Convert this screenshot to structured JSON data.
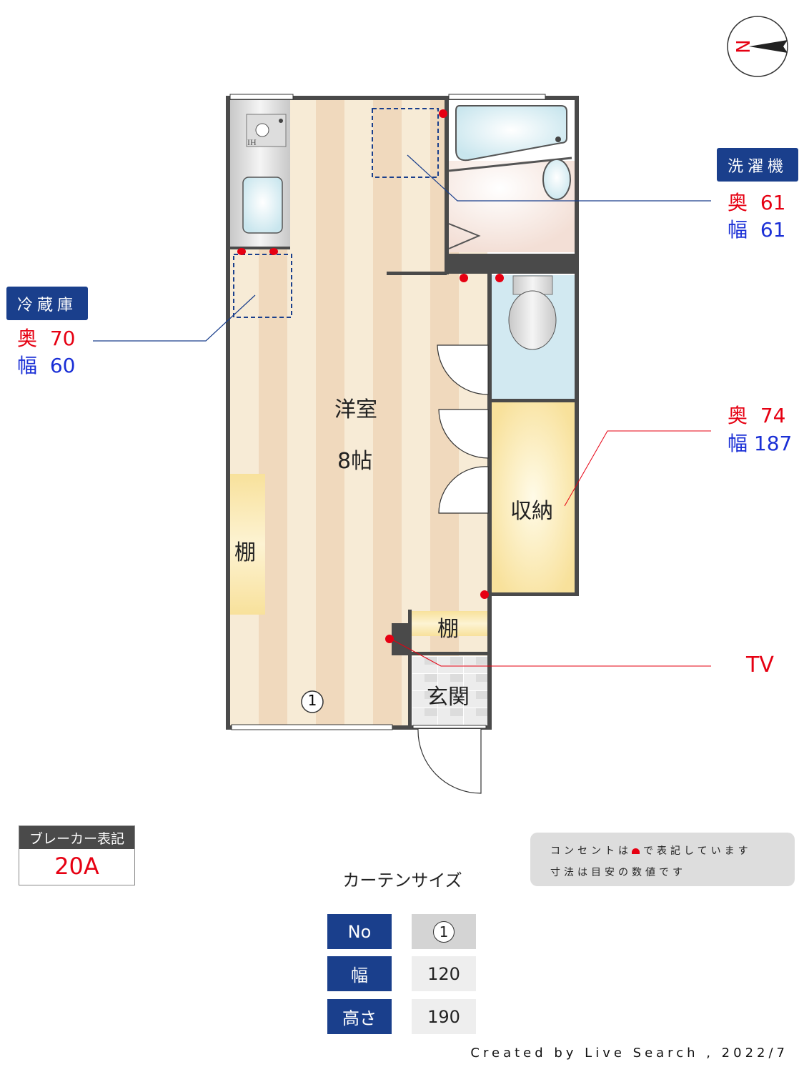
{
  "compass": {
    "label": "N"
  },
  "rooms": {
    "western": "洋室",
    "western_size": "8帖",
    "storage": "収納",
    "shelf_left": "棚",
    "shelf_entry": "棚",
    "entrance": "玄関",
    "kitchen_ih": "IH"
  },
  "window_marker": "1",
  "washer": {
    "title": "洗濯機",
    "depth_label": "奥",
    "depth": "61",
    "width_label": "幅",
    "width": "61"
  },
  "fridge": {
    "title": "冷蔵庫",
    "depth_label": "奥",
    "depth": "70",
    "width_label": "幅",
    "width": "60"
  },
  "storage_dims": {
    "depth_label": "奥",
    "depth": "74",
    "width_label": "幅",
    "width": "187"
  },
  "tv": {
    "label": "TV"
  },
  "breaker": {
    "title": "ブレーカー表記",
    "value": "20A"
  },
  "note": {
    "line1_a": "コンセントは",
    "line1_b": "で表記しています",
    "line2": "寸法は目安の数値です"
  },
  "curtain": {
    "title": "カーテンサイズ",
    "rows": [
      {
        "head": "No",
        "value": "1"
      },
      {
        "head": "幅",
        "value": "120"
      },
      {
        "head": "高さ",
        "value": "190"
      }
    ]
  },
  "footer": "Created by Live Search , 2022/7",
  "colors": {
    "accent": "#1a3f8c",
    "outlet": "#e60012",
    "wall": "#4a4a4a"
  }
}
